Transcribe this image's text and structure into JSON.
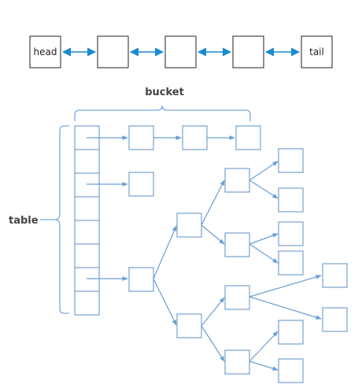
{
  "linked_list": {
    "head_label": "head",
    "tail_label": "tail"
  },
  "hash_structure": {
    "bucket_label": "bucket",
    "table_label": "table"
  },
  "colors": {
    "arrow_blue": "#1a8ad4",
    "node_border": "#5b8fc7",
    "edge_blue": "#6a9fd6",
    "brace_blue": "#7aa9dd",
    "ll_border": "#222222",
    "text_dark": "#222222",
    "text_label": "#444444"
  }
}
